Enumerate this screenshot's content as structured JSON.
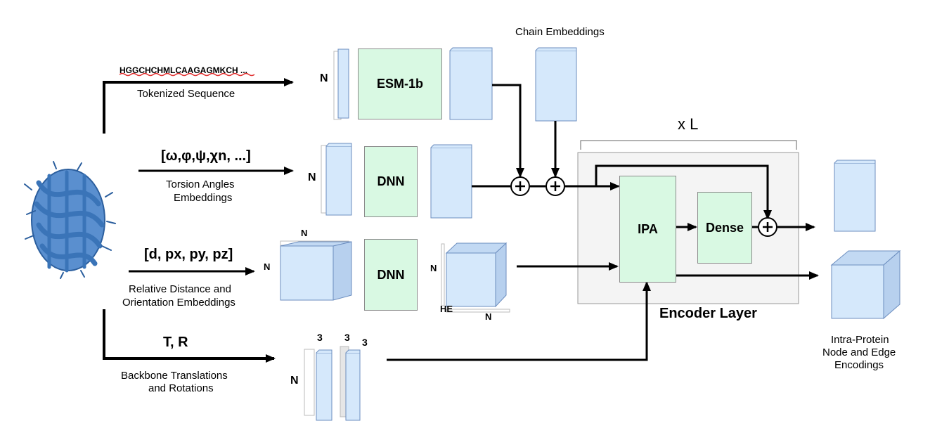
{
  "inputs": {
    "sequence_text": "HGGCHCHMLCAAGAGMKCH ...",
    "sequence_label": "Tokenized Sequence",
    "torsion_formula": "[ω,φ,ψ,χn, ...]",
    "torsion_label_line1": "Torsion Angles",
    "torsion_label_line2": "Embeddings",
    "distance_formula": "[d, px, py, pz]",
    "distance_label_line1": "Relative Distance and",
    "distance_label_line2": "Orientation Embeddings",
    "backbone_formula": "T, R",
    "backbone_label_line1": "Backbone Translations",
    "backbone_label_line2": "and Rotations"
  },
  "modules": {
    "esm": "ESM-1b",
    "dnn_torsion": "DNN",
    "dnn_distance": "DNN",
    "ipa": "IPA",
    "dense": "Dense"
  },
  "chain_embeddings_label": "Chain Embeddings",
  "repeat_label": "x L",
  "encoder_layer_label": "Encoder Layer",
  "output_label_line1": "Intra-Protein",
  "output_label_line2": "Node and Edge",
  "output_label_line3": "Encodings",
  "dims": {
    "n": "N",
    "three": "3",
    "he": "HE"
  },
  "colors": {
    "tensor_fill": "#d5e8fb",
    "tensor_stroke": "#6c8ebf",
    "module_fill": "#d9f9e3",
    "encoder_bg": "#f4f4f4",
    "protein": "#3a74b8"
  }
}
